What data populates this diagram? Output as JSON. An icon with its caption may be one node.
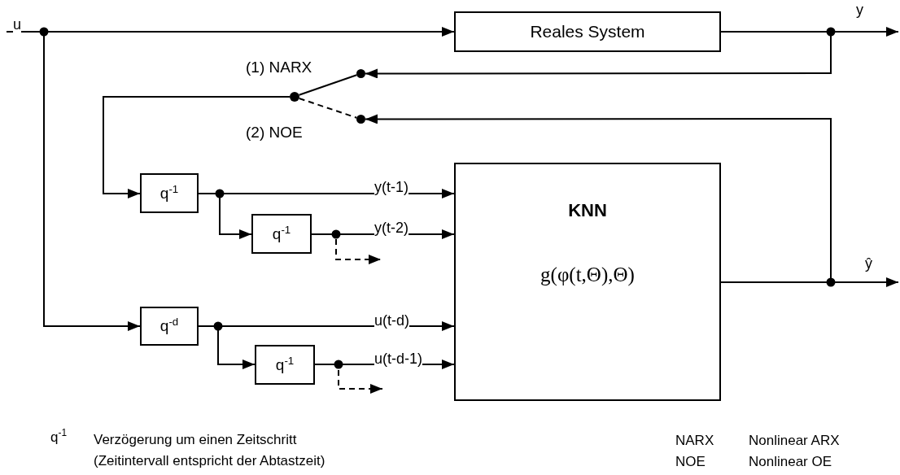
{
  "diagram": {
    "nodes": [
      {
        "text": [
          "Reales System"
        ]
      },
      {
        "text": [
          "KNN",
          "g(φ(t,Θ),Θ)"
        ]
      },
      {
        "text": [
          "q$^{-1}$"
        ]
      },
      {
        "text": [
          "q$^{-1}$"
        ]
      },
      {
        "text": [
          "q$^{-d}$"
        ]
      },
      {
        "text": [
          "q$^{-1}$"
        ]
      },
      {
        "text": [],
        "shape": "circle"
      },
      {
        "text": [],
        "shape": "circle"
      },
      {
        "text": [],
        "shape": "circle"
      }
    ],
    "edges": [
      {
        "from": null,
        "to": 0,
        "arrow": "to",
        "label": "u"
      },
      {
        "from": null,
        "to": 4,
        "arrow": "to"
      },
      {
        "from": 0,
        "to": null,
        "arrow": "to",
        "label": "y"
      },
      {
        "from": 0,
        "to": 6,
        "arrow": "to"
      },
      {
        "from": 1,
        "to": null,
        "arrow": "to",
        "label": "ŷ"
      },
      {
        "from": 1,
        "to": 7,
        "arrow": "to"
      },
      {
        "from": 8,
        "to": 6,
        "arrow": "none"
      },
      {
        "from": 8,
        "to": 7,
        "arrow": "none",
        "style": "dashed"
      },
      {
        "from": 8,
        "to": 2,
        "arrow": "to"
      },
      {
        "from": 2,
        "to": 1,
        "arrow": "to",
        "label": "y(t-1)"
      },
      {
        "from": 2,
        "to": 3,
        "arrow": "to"
      },
      {
        "from": 3,
        "to": 1,
        "arrow": "to",
        "label": "y(t-2)"
      },
      {
        "from": 3,
        "to": null,
        "arrow": "to",
        "style": "dashed"
      },
      {
        "from": 4,
        "to": 1,
        "arrow": "to",
        "label": "u(t-d)"
      },
      {
        "from": 4,
        "to": 5,
        "arrow": "to"
      },
      {
        "from": 5,
        "to": 1,
        "arrow": "to",
        "label": "u(t-d-1)"
      },
      {
        "from": 5,
        "to": null,
        "arrow": "to",
        "style": "dashed"
      }
    ],
    "labels": [
      "(1) NARX",
      "(2) NOE",
      "q$^{-1}$",
      "Verzögerung um einen Zeitschritt (Zeitintervall entspricht der Abtastzeit)",
      "NARX",
      "Nonlinear ARX",
      "NOE",
      "Nonlinear OE"
    ]
  }
}
